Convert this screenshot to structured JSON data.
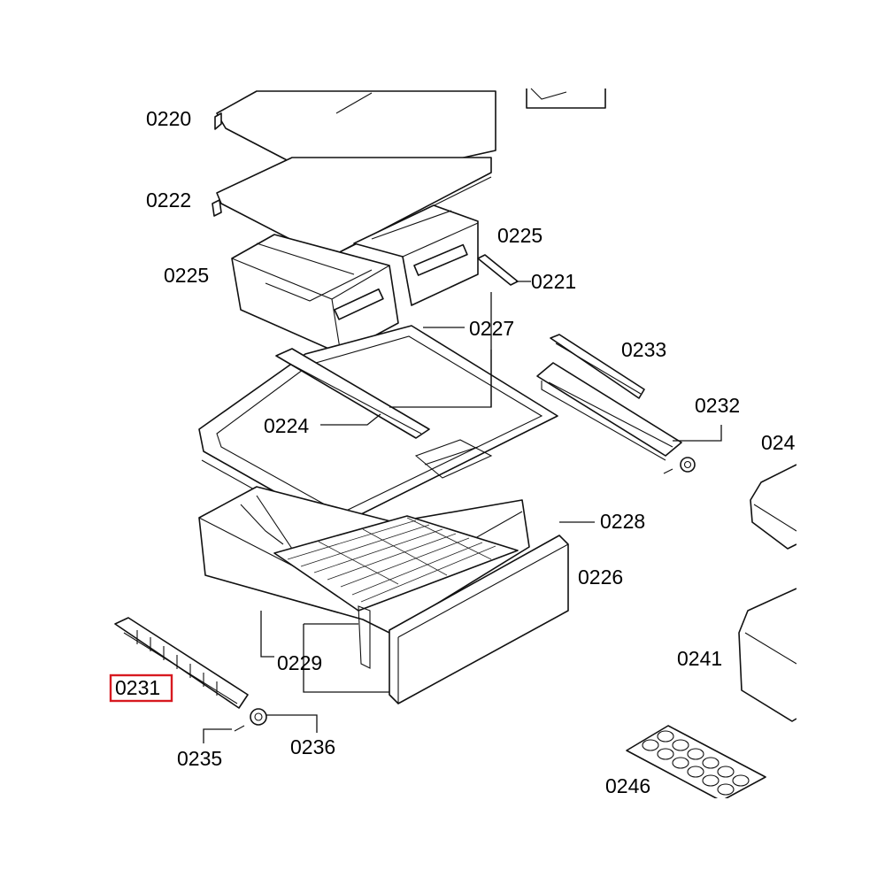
{
  "labels": {
    "l0220": "0220",
    "l0222": "0222",
    "l0225a": "0225",
    "l0225b": "0225",
    "l0221": "0221",
    "l0227": "0227",
    "l0233": "0233",
    "l0232": "0232",
    "l024x": "024",
    "l0224": "0224",
    "l0228": "0228",
    "l0226": "0226",
    "l0229": "0229",
    "l0241": "0241",
    "l0231": "0231",
    "l0235": "0235",
    "l0236": "0236",
    "l0246": "0246"
  },
  "highlight": {
    "label": "0231",
    "color": "#d71920"
  }
}
